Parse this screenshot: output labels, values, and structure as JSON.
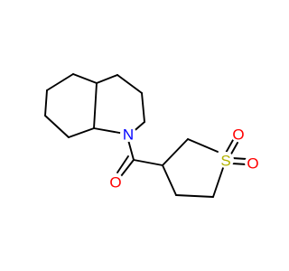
{
  "molecule": {
    "atoms": [
      {
        "id": "N1",
        "label": "N",
        "color": "#0000ff"
      },
      {
        "id": "O1",
        "label": "O",
        "color": "#ff0000"
      },
      {
        "id": "S1",
        "label": "S",
        "color": "#b2b200"
      },
      {
        "id": "O2",
        "label": "O",
        "color": "#ff0000"
      },
      {
        "id": "O3",
        "label": "O",
        "color": "#ff0000"
      }
    ],
    "bond_color": "#000000"
  }
}
